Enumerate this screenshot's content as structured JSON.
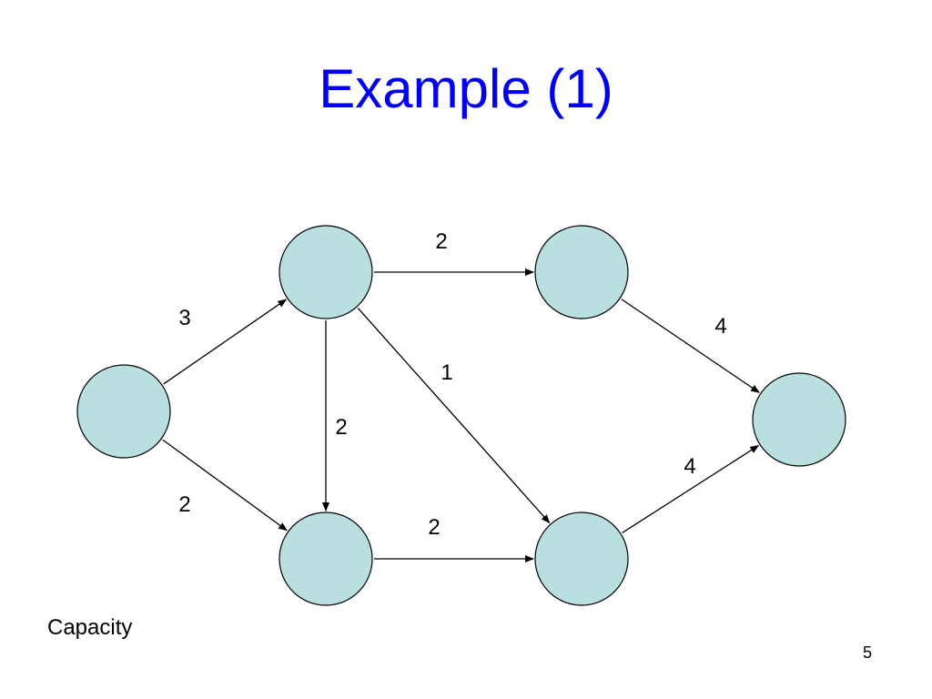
{
  "slide": {
    "title": "Example (1)",
    "footer_label": "Capacity",
    "page_number": "5"
  },
  "colors": {
    "title": "#0000ee",
    "node_fill": "#b9dfe1",
    "node_stroke": "#000000",
    "edge": "#000000"
  },
  "graph": {
    "nodes": [
      "n0",
      "n1",
      "n2",
      "n3",
      "n4",
      "n5"
    ],
    "edges": [
      {
        "from": "n0",
        "to": "n1",
        "label": "3"
      },
      {
        "from": "n0",
        "to": "n3",
        "label": "2"
      },
      {
        "from": "n1",
        "to": "n2",
        "label": "2"
      },
      {
        "from": "n1",
        "to": "n3",
        "label": "2"
      },
      {
        "from": "n1",
        "to": "n4",
        "label": "1"
      },
      {
        "from": "n3",
        "to": "n4",
        "label": "2"
      },
      {
        "from": "n2",
        "to": "n5",
        "label": "4"
      },
      {
        "from": "n4",
        "to": "n5",
        "label": "4"
      }
    ]
  }
}
